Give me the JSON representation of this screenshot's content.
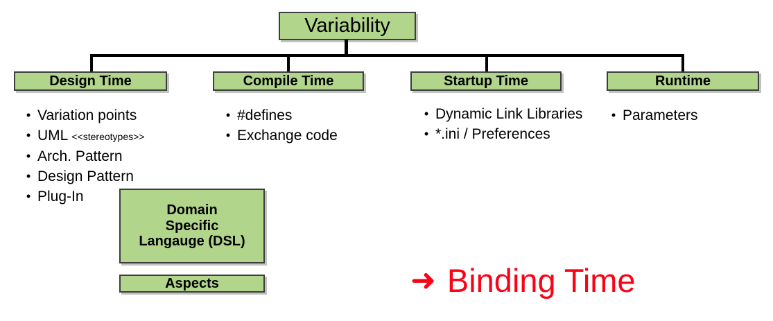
{
  "diagram": {
    "root": {
      "label": "Variability"
    },
    "categories": [
      {
        "id": "design",
        "label": "Design Time"
      },
      {
        "id": "compile",
        "label": "Compile Time"
      },
      {
        "id": "startup",
        "label": "Startup Time"
      },
      {
        "id": "runtime",
        "label": "Runtime"
      }
    ],
    "lists": {
      "design": {
        "items": [
          {
            "text": "Variation points",
            "suffix": ""
          },
          {
            "text": "UML ",
            "suffix": "<<stereotypes>>"
          },
          {
            "text": "Arch. Pattern",
            "suffix": ""
          },
          {
            "text": "Design Pattern",
            "suffix": ""
          },
          {
            "text": "Plug-In",
            "suffix": ""
          }
        ]
      },
      "compile": {
        "items": [
          {
            "text": "#defines",
            "suffix": ""
          },
          {
            "text": "Exchange code",
            "suffix": ""
          }
        ]
      },
      "startup": {
        "items": [
          {
            "text": "Dynamic Link Libraries",
            "suffix": ""
          },
          {
            "text": "*.ini / Preferences",
            "suffix": ""
          }
        ]
      },
      "runtime": {
        "items": [
          {
            "text": "Parameters",
            "suffix": ""
          }
        ]
      }
    },
    "extra_boxes": [
      {
        "id": "dsl",
        "lines": [
          "Domain",
          "Specific",
          "Langauge (DSL)"
        ]
      },
      {
        "id": "aspects",
        "label": "Aspects"
      }
    ],
    "callout": {
      "arrow_glyph": "➜",
      "label": "Binding Time"
    },
    "bullet_glyph": "•",
    "colors": {
      "box_fill": "#b2d58c",
      "box_border": "#3d3d3d",
      "connector": "#000000",
      "callout_red": "#fb0216",
      "text": "#000000",
      "background": "#ffffff"
    }
  }
}
